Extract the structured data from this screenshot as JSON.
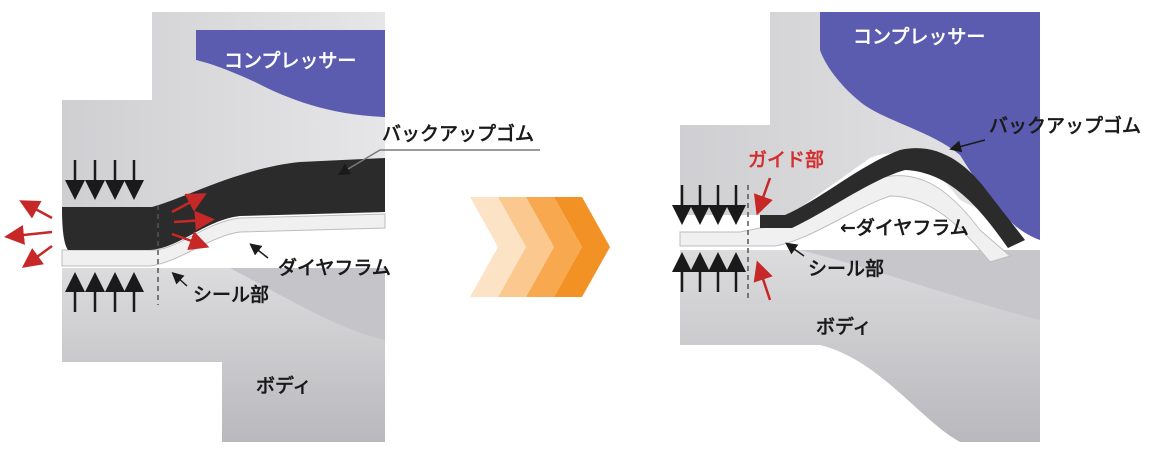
{
  "before": {
    "compressor": "コンプレッサー",
    "backup_rubber": "バックアップゴム",
    "diaphragm": "ダイヤフラム",
    "seal": "シール部",
    "body": "ボディ"
  },
  "after": {
    "compressor": "コンプレッサー",
    "backup_rubber": "バックアップゴム",
    "guide": "ガイド部",
    "diaphragm": "←ダイヤフラム",
    "seal": "シール部",
    "body": "ボディ"
  },
  "colors": {
    "compressor": "#5b5cb0",
    "backup_rubber": "#2b2b2b",
    "body_light": "#d6d6d8",
    "body_dark": "#b4b4b8",
    "pressure_arrow": "#c62828",
    "guide_text": "#d32f2f",
    "chevrons": [
      "#fde3c6",
      "#fbc88f",
      "#f8a94f",
      "#f39224"
    ]
  }
}
